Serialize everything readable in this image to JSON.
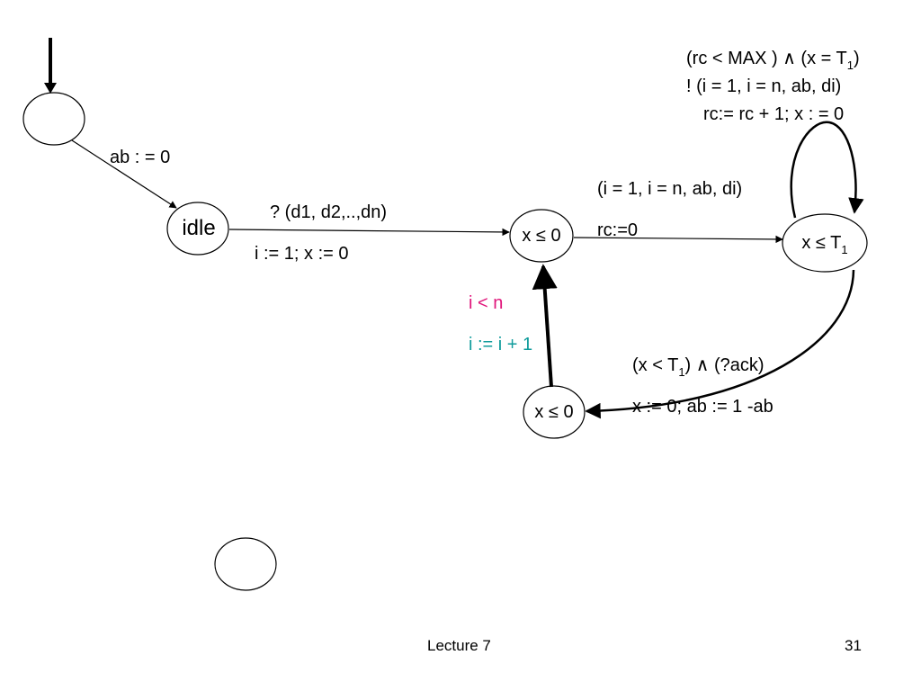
{
  "colors": {
    "ink": "#000000",
    "guard_pink": "#e0147a",
    "assign_teal": "#0f9b9b",
    "background": "#ffffff"
  },
  "states": {
    "initial": "",
    "idle": "idle",
    "send": "x ≤ 0",
    "wait": "x ≤ T",
    "wait_sub": "1",
    "next": "x ≤ 0",
    "extra": ""
  },
  "transitions": {
    "init_to_idle": {
      "update": "ab : = 0"
    },
    "idle_to_send": {
      "sync": "? (d1, d2,..,dn)",
      "update": "i := 1; x := 0"
    },
    "send_to_wait": {
      "sync": "(i = 1, i = n, ab, di)",
      "update": "rc:=0"
    },
    "wait_self_loop": {
      "guard_prefix": "(rc < MAX ) ∧ (x = T",
      "guard_sub": "1",
      "guard_suffix": ")",
      "sync": "! (i = 1, i = n, ab, di)",
      "update": "rc:= rc + 1; x : = 0"
    },
    "wait_to_next": {
      "guard_prefix": "(x < T",
      "guard_sub": "1",
      "guard_suffix": ") ∧ (?ack)",
      "update": "x := 0; ab := 1 -ab"
    },
    "next_to_send": {
      "guard": "i < n",
      "update": "i := i + 1"
    }
  },
  "footer": {
    "lecture": "Lecture 7",
    "page_number": "31"
  }
}
